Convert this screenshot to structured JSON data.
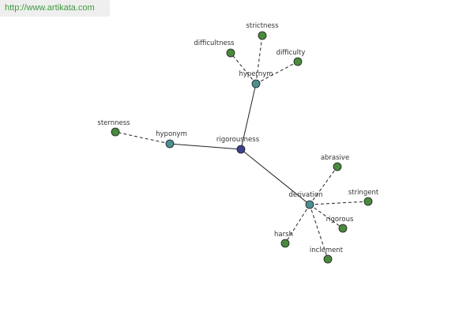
{
  "header": {
    "source_url": "http://www.artikata.com"
  },
  "colors": {
    "root": "#3d3f8f",
    "relation": "#4e8f8f",
    "word": "#4a8a3d",
    "edge": "#222222",
    "link_text": "#3d9a3d"
  },
  "graph": {
    "root": {
      "id": "rigorousness",
      "label": "rigorousness"
    },
    "relations": [
      {
        "id": "hypernym",
        "label": "hypernym"
      },
      {
        "id": "hyponym",
        "label": "hyponym"
      },
      {
        "id": "derivation",
        "label": "derivation"
      }
    ],
    "words": [
      {
        "id": "strictness",
        "label": "strictness",
        "parent": "hypernym"
      },
      {
        "id": "difficultness",
        "label": "difficultness",
        "parent": "hypernym"
      },
      {
        "id": "difficulty",
        "label": "difficulty",
        "parent": "hypernym"
      },
      {
        "id": "sternness",
        "label": "sternness",
        "parent": "hyponym"
      },
      {
        "id": "abrasive",
        "label": "abrasive",
        "parent": "derivation"
      },
      {
        "id": "stringent",
        "label": "stringent",
        "parent": "derivation"
      },
      {
        "id": "rigorous",
        "label": "rigorous",
        "parent": "derivation"
      },
      {
        "id": "harsh",
        "label": "harsh",
        "parent": "derivation"
      },
      {
        "id": "inclement",
        "label": "inclement",
        "parent": "derivation"
      }
    ]
  }
}
